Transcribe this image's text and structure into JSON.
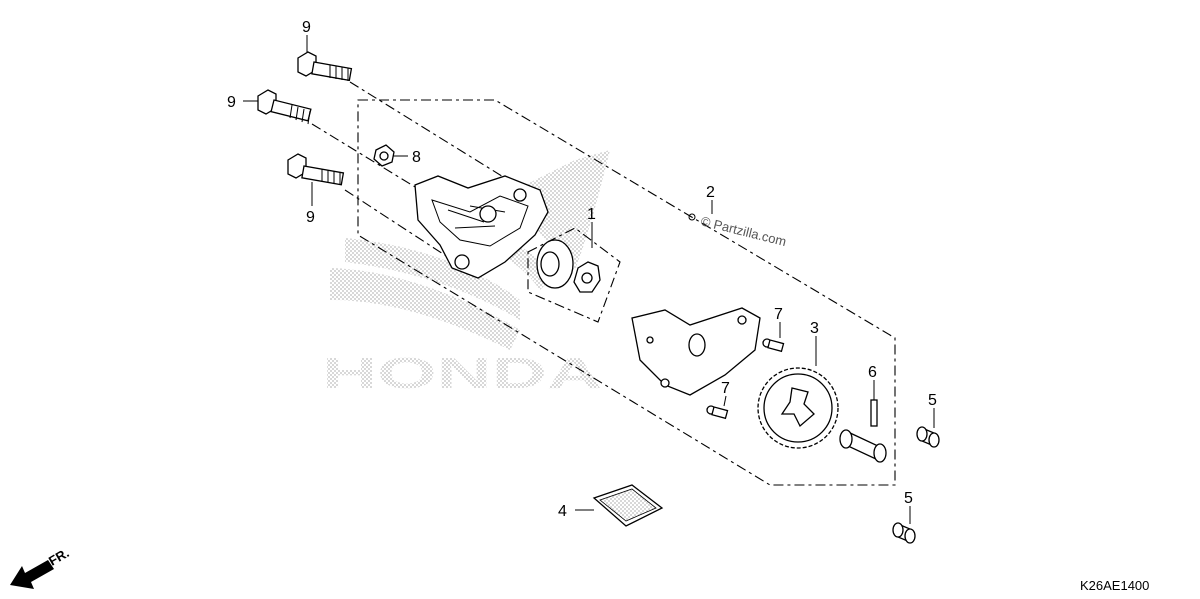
{
  "callouts": {
    "c1": "1",
    "c2": "2",
    "c3": "3",
    "c4": "4",
    "c5a": "5",
    "c5b": "5",
    "c6": "6",
    "c7a": "7",
    "c7b": "7",
    "c8": "8",
    "c9a": "9",
    "c9b": "9",
    "c9c": "9"
  },
  "watermark": {
    "brand": "HONDA",
    "site": "© Partzilla.com"
  },
  "direction": {
    "label": "FR."
  },
  "diagram_code": "K26AE1400",
  "icons": {
    "front_arrow": "front-direction-arrow-icon"
  },
  "colors": {
    "line": "#000000",
    "watermark": "#c8c8c8"
  }
}
